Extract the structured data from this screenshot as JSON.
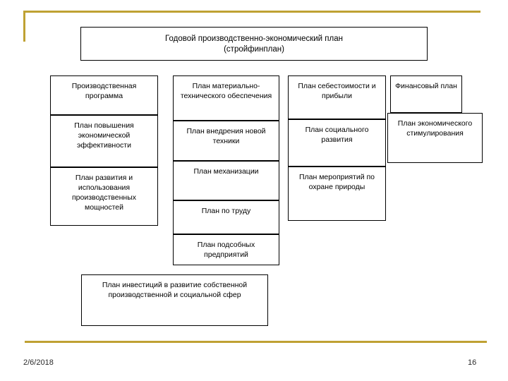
{
  "slide": {
    "accent_color": "#bfa133",
    "title_box": {
      "line1": "Годовой производственно-экономический план",
      "line2": "(стройфинплан)"
    },
    "columns": [
      {
        "name": "column-1",
        "boxes": [
          {
            "text": "Производственная программа"
          },
          {
            "text": "План повышения экономической эффективности"
          },
          {
            "text": "План развития и использования производственных мощностей"
          }
        ]
      },
      {
        "name": "column-2",
        "boxes": [
          {
            "text": "План материально-технического обеспечения"
          },
          {
            "text": "План внедрения новой техники"
          },
          {
            "text": "План механизации"
          },
          {
            "text": "План по труду"
          },
          {
            "text": "План подсобных предприятий"
          }
        ]
      },
      {
        "name": "column-3",
        "boxes": [
          {
            "text": "План себестоимости и прибыли"
          },
          {
            "text": "План социального развития"
          },
          {
            "text": "План мероприятий по охране природы"
          }
        ]
      },
      {
        "name": "column-4",
        "boxes": [
          {
            "text": "Финансовый план"
          },
          {
            "text": "План экономического стимулирования"
          }
        ]
      }
    ],
    "bottom_box": {
      "text": "План инвестиций в развитие собственной производственной и социальной сфер"
    },
    "footer": {
      "date": "2/6/2018",
      "page": "16"
    }
  }
}
